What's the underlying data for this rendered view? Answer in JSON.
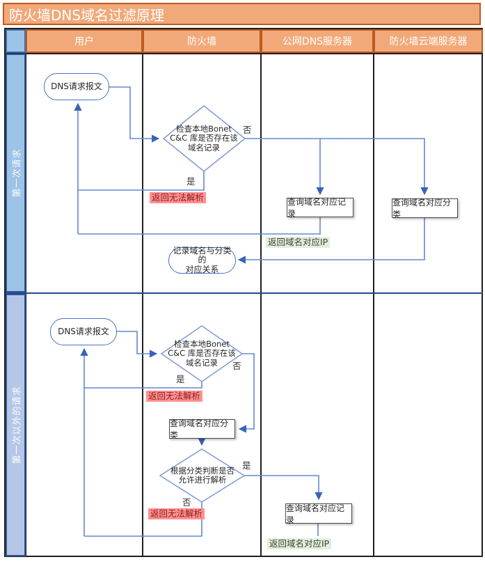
{
  "title": "防火墙DNS域名过滤原理",
  "columns": [
    {
      "label": "用户"
    },
    {
      "label": "防火墙"
    },
    {
      "label": "公网DNS服务器"
    },
    {
      "label": "防火墙云端服务器"
    }
  ],
  "lanes": [
    {
      "label": "第一次请求"
    },
    {
      "label": "第一次以外的请求"
    }
  ],
  "lane1": {
    "start_ellipse": "DNS请求报文",
    "check_diamond": {
      "line1": "检查本地Bonet",
      "line2": "C&C 库是否存在该",
      "line3": "域名记录"
    },
    "no_label": "否",
    "yes_label": "是",
    "return_fail": "返回无法解析",
    "dns_box": "查询域名对应记录",
    "cloud_box": "查询域名对应分类",
    "return_ip": "返回域名对应IP",
    "record_ellipse": {
      "line1": "记录域名与分类的",
      "line2": "对应关系"
    }
  },
  "lane2": {
    "start_ellipse": "DNS请求报文",
    "check_diamond": {
      "line1": "检查本地Bonet",
      "line2": "C&C 库是否存在该",
      "line3": "域名记录"
    },
    "no_label": "否",
    "yes_label": "是",
    "return_fail": "返回无法解析",
    "category_box": "查询域名对应分类",
    "judge_diamond": {
      "line1": "根据分类判断是否",
      "line2": "允许进行解析"
    },
    "yes_label2": "是",
    "no_label2": "否",
    "return_fail2": "返回无法解析",
    "dns_box": "查询域名对应记录",
    "return_ip": "返回域名对应IP"
  },
  "colors": {
    "header_fill": "#F2A97A",
    "header_border": "#BE5A1D",
    "lane1_fill": "#9DC3E6",
    "lane2_fill": "#B4C7E7",
    "lane_border": "#2F5597",
    "connector_blue": "#6289CE",
    "red_highlight": "#FF9191",
    "green_highlight": "#E2EFDA"
  }
}
